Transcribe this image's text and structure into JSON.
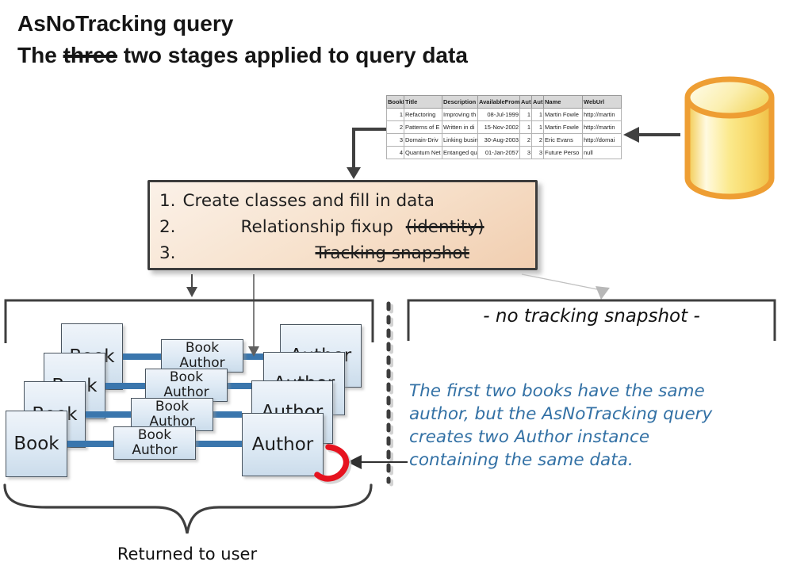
{
  "title": {
    "line1": "AsNoTracking query",
    "line2_before": "The ",
    "line2_struck": "three",
    "line2_after": " two stages applied to query data"
  },
  "data_table": {
    "headers": [
      "BookI",
      "Title",
      "Description",
      "AvailableFrom",
      "AutI",
      "Aut",
      "Name",
      "WebUrl"
    ],
    "rows": [
      [
        "1",
        "Refactoring",
        "Improving th",
        "08-Jul-1999",
        "1",
        "1",
        "Martin Fowle",
        "http://martin"
      ],
      [
        "2",
        "Patterns of E",
        "Written in di",
        "15-Nov-2002",
        "1",
        "1",
        "Martin Fowle",
        "http://martin"
      ],
      [
        "3",
        "Domain-Driv",
        "Linking busin",
        "30-Aug-2003",
        "2",
        "2",
        "Eric Evans",
        "http://domai"
      ],
      [
        "4",
        "Quantum Net",
        "Entanged qua",
        "01-Jan-2057",
        "3",
        "3",
        "Future Perso",
        "null"
      ]
    ]
  },
  "stages_box": {
    "number1": "1.",
    "line1": "Create classes and fill in data",
    "number2": "2.",
    "line2": "Relationship fixup",
    "line2_struck": "(identity)",
    "number3": "3.",
    "line3_struck": "Tracking snapshot"
  },
  "left_panel": {
    "book_label": "Book",
    "book_author_line1": "Book",
    "book_author_line2": "Author",
    "author_label": "Author",
    "brace_label": "Returned to user"
  },
  "right_panel": {
    "header": "- no tracking snapshot -",
    "note_lines": [
      "The first two books have the same",
      "author, but the AsNoTracking query",
      "creates two Author instance",
      "containing the same data."
    ]
  },
  "icons": {
    "database": "database-cylinder-icon",
    "red_hook": "duplicate-instance-highlight-icon"
  },
  "colors": {
    "connector_blue": "#3A76AD",
    "note_blue": "#3371A5",
    "highlight_red": "#E6131F",
    "database_orange": "#EE9E33",
    "stage_box_fill": "#F6DFC9",
    "entity_box_fill": "#DDE9F4"
  }
}
